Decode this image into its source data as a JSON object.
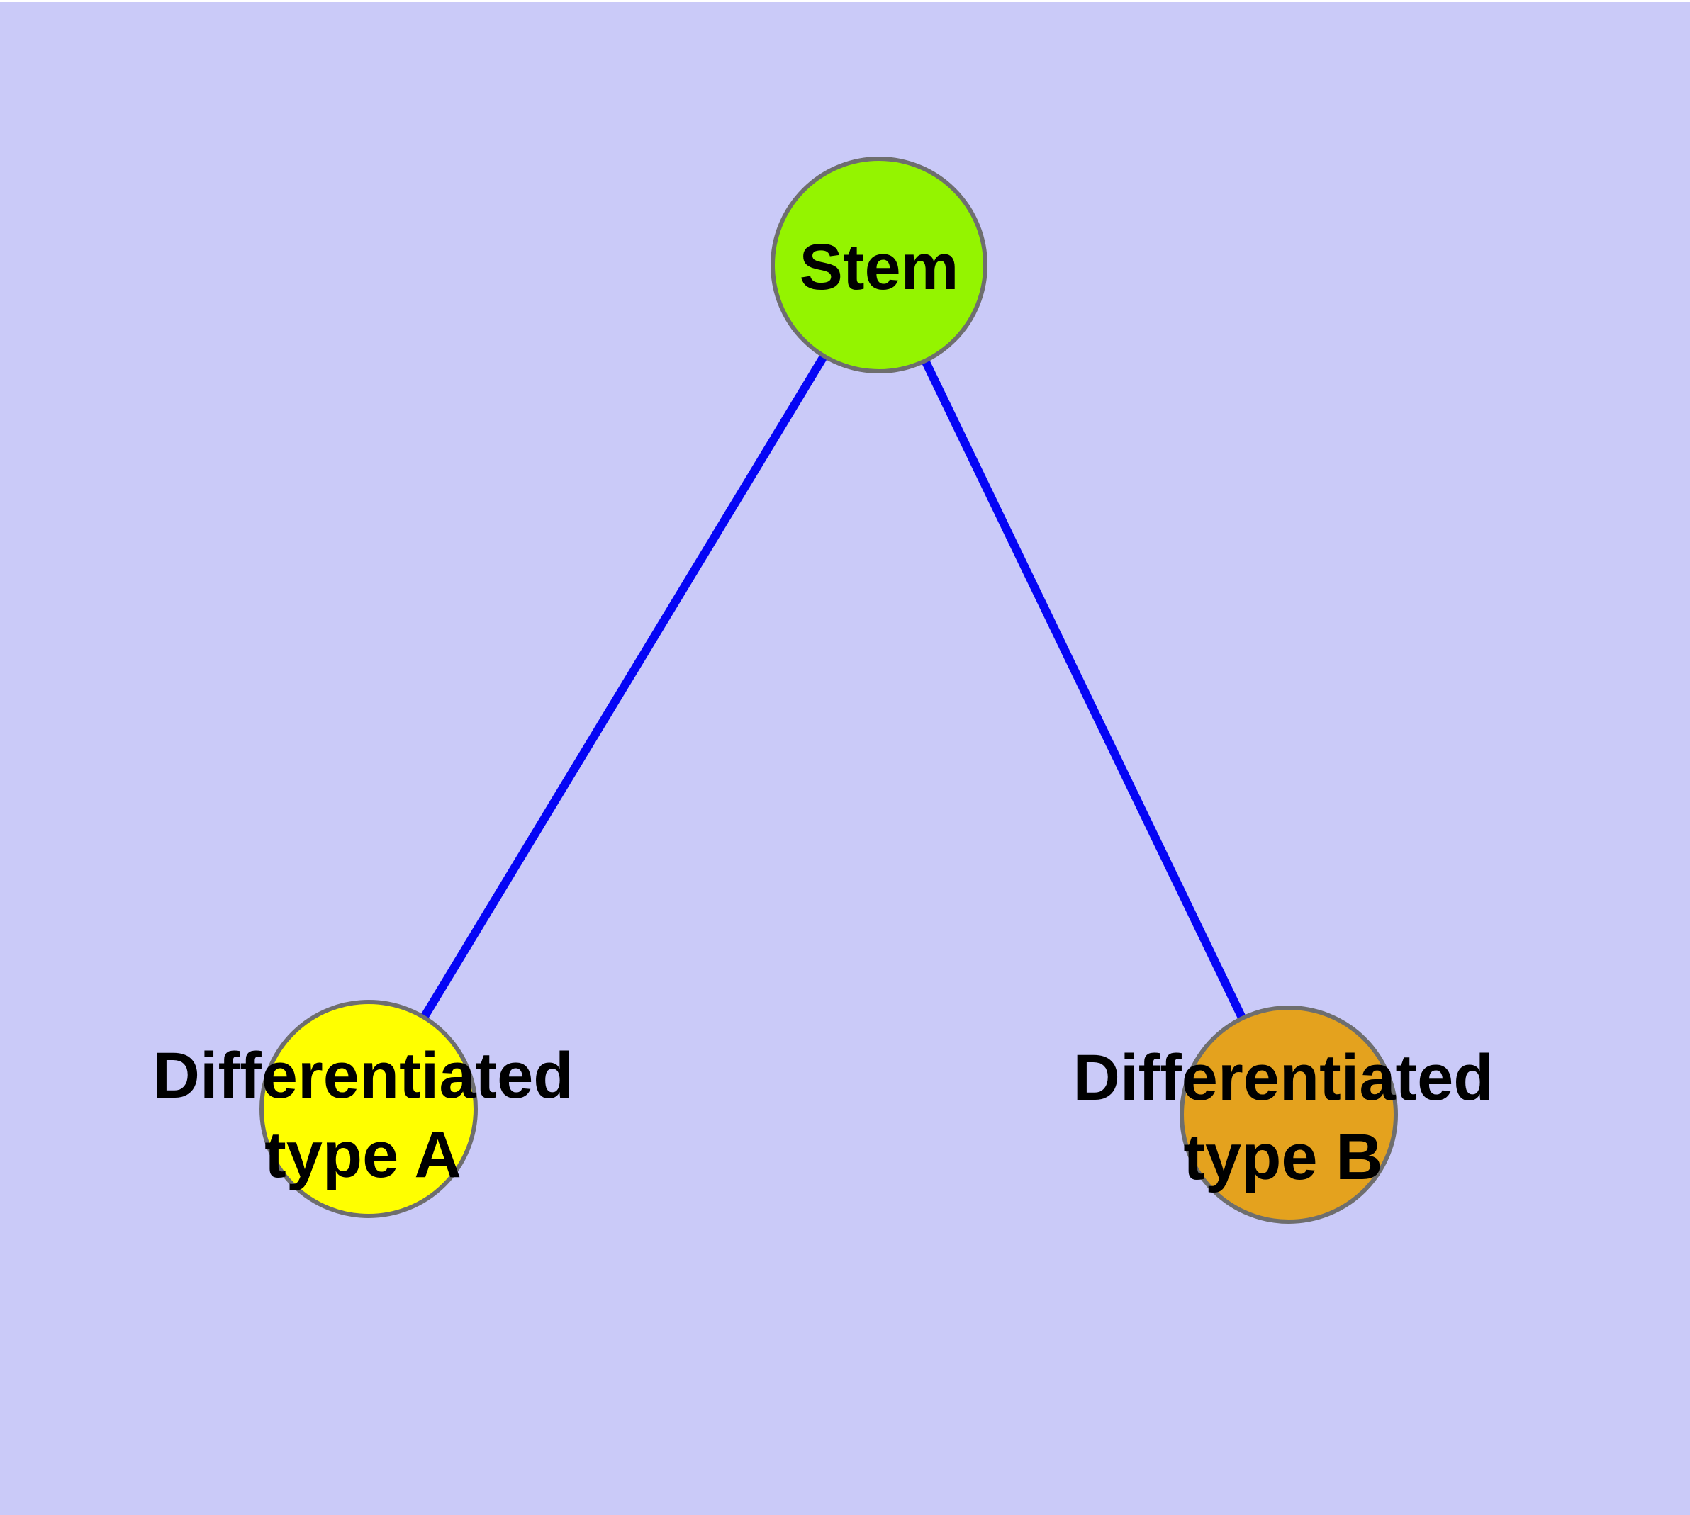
{
  "figure": {
    "type": "node-edge-graph",
    "description": "Stem cell differentiation diagram",
    "background_color": "#CACAF8",
    "top_strip_color": "#FFFFFF",
    "text_color": "#000000"
  },
  "graph": {
    "nodes": [
      {
        "id": "stem",
        "label": "Stem",
        "fill": "#94F400",
        "border_color": "#6E6E6E"
      },
      {
        "id": "differentiated-type-a",
        "label_line1": "Differentiated",
        "label_line2": "type A",
        "fill": "#FFFF00",
        "border_color": "#6E6E6E"
      },
      {
        "id": "differentiated-type-b",
        "label_line1": "Differentiated",
        "label_line2": "type B",
        "fill": "#E4A21E",
        "border_color": "#6E6E6E"
      }
    ],
    "edges": [
      {
        "from": "stem",
        "to": "differentiated-type-a",
        "color": "#0505F5"
      },
      {
        "from": "stem",
        "to": "differentiated-type-b",
        "color": "#0505F5"
      }
    ]
  }
}
